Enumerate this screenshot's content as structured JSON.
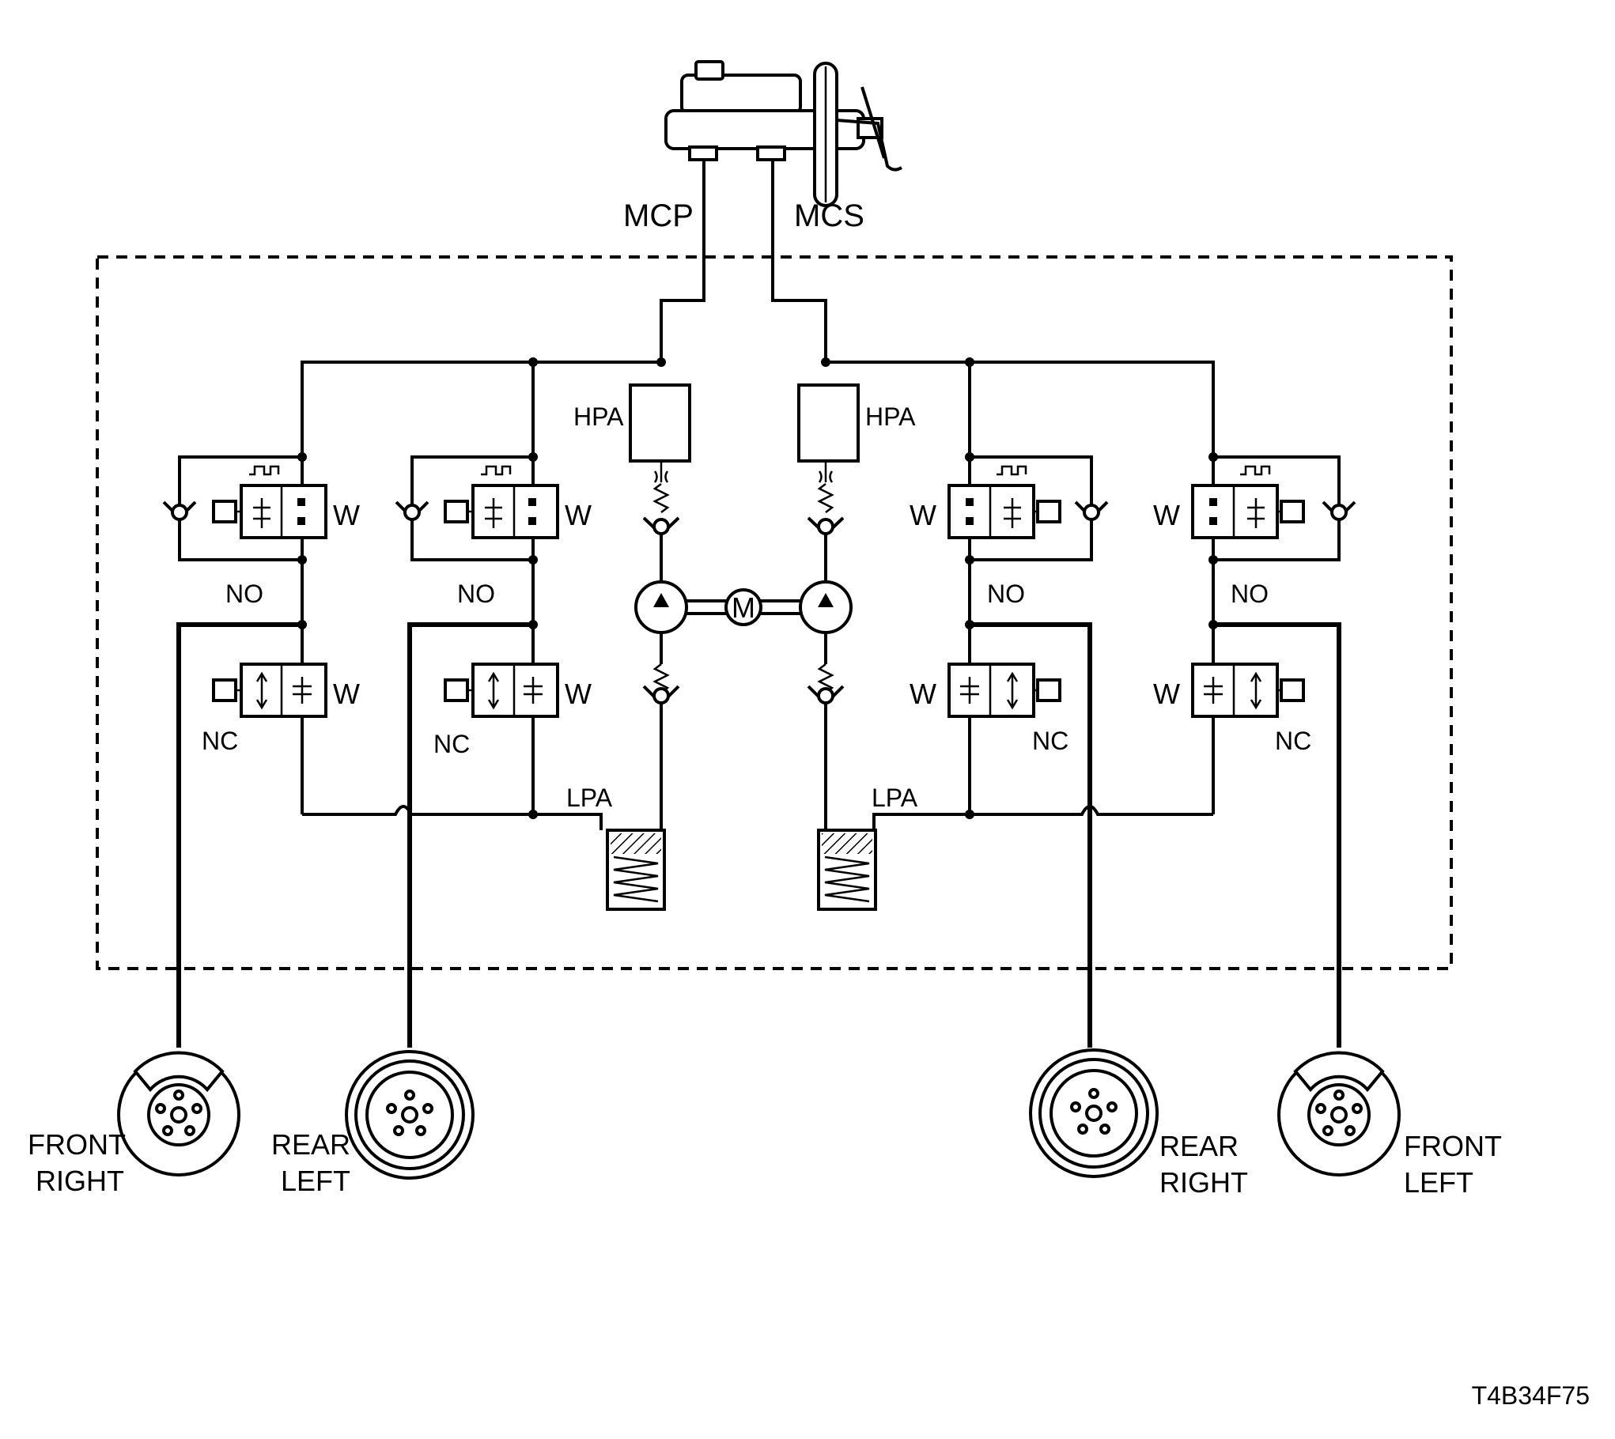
{
  "labels": {
    "mcp": "MCP",
    "mcs": "MCS",
    "hpa": "HPA",
    "lpa": "LPA",
    "motor": "M",
    "no": "NO",
    "nc": "NC",
    "w": "W"
  },
  "wheels": [
    {
      "line1": "FRONT",
      "line2": "RIGHT"
    },
    {
      "line1": "REAR",
      "line2": "LEFT"
    },
    {
      "line1": "REAR",
      "line2": "RIGHT"
    },
    {
      "line1": "FRONT",
      "line2": "LEFT"
    }
  ],
  "figure_code": "T4B34F75"
}
